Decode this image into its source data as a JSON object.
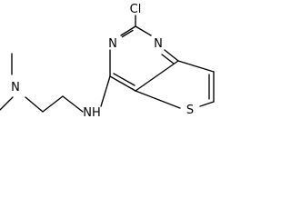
{
  "molecule": {
    "atoms": {
      "chlorine": "Cl",
      "pyrimidine_n_top": "N",
      "pyrimidine_n_left": "N",
      "amine_nh": "NH",
      "dimethylamino_n": "N",
      "sulfur": "S"
    },
    "colors": {
      "bond": "#000000",
      "text": "#000000",
      "background": "#ffffff"
    }
  }
}
